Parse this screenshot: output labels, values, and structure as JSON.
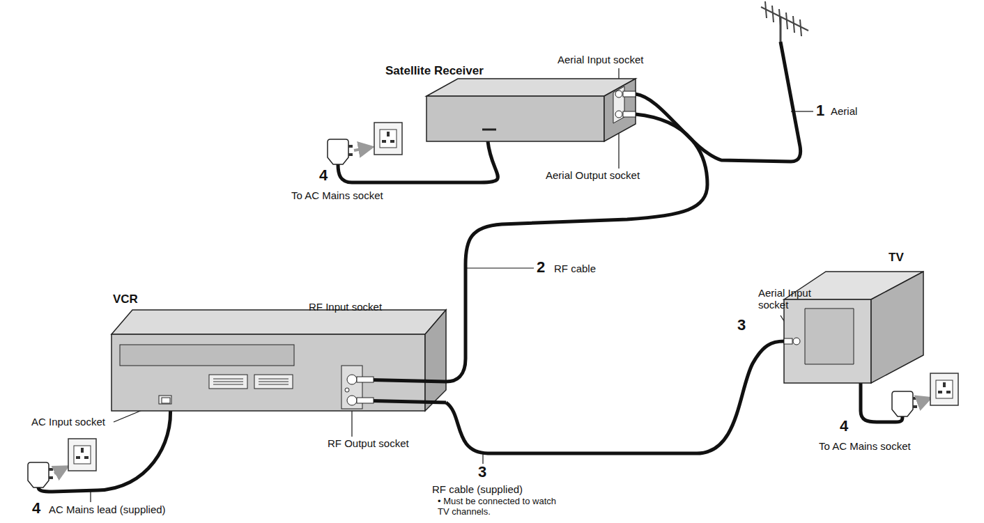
{
  "diagram": {
    "nodes": [
      {
        "text": [
          "Satellite Receiver"
        ]
      },
      {
        "text": [
          "VCR"
        ]
      },
      {
        "text": [
          "TV"
        ]
      }
    ],
    "edges": [
      {
        "from": 0,
        "to": 1,
        "arrow": "none",
        "label": "RF cable"
      },
      {
        "from": 1,
        "to": 2,
        "arrow": "none",
        "label": "RF cable (supplied)"
      }
    ],
    "labels": [
      "Aerial Input socket",
      "1",
      "Aerial",
      "4",
      "To AC Mains socket",
      "Aerial Output socket",
      "2",
      "RF Input socket",
      "3",
      "Aerial Input socket",
      "AC Input socket",
      "RF Output socket",
      "4",
      "To AC Mains socket",
      "3",
      "• Must be connected to watch TV channels.",
      "4",
      "AC Mains lead (supplied)"
    ]
  }
}
